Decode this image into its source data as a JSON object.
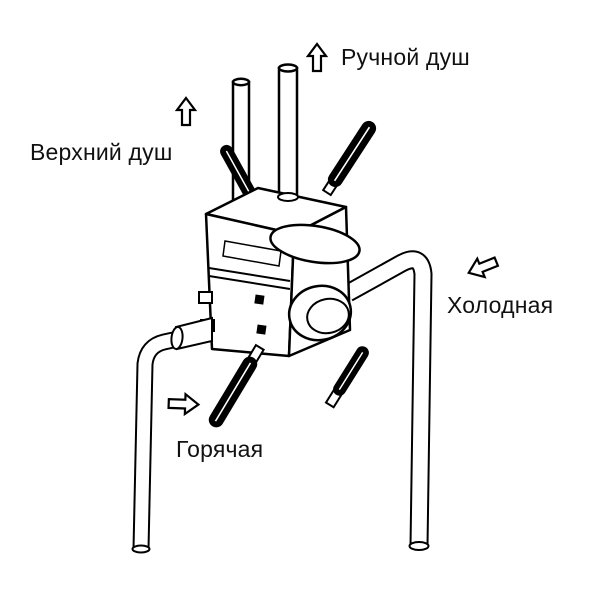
{
  "diagram": {
    "background": "#ffffff",
    "line_color": "#000000",
    "labels": {
      "hand_shower": "Ручной душ",
      "overhead_shower": "Верхний душ",
      "cold_water": "Холодная",
      "hot_water": "Горячая"
    },
    "arrows": [
      {
        "name": "hand-shower-flow",
        "direction": "up"
      },
      {
        "name": "overhead-shower-flow",
        "direction": "up"
      },
      {
        "name": "cold-water-flow",
        "direction": "left-down"
      },
      {
        "name": "hot-water-flow",
        "direction": "right"
      }
    ]
  }
}
